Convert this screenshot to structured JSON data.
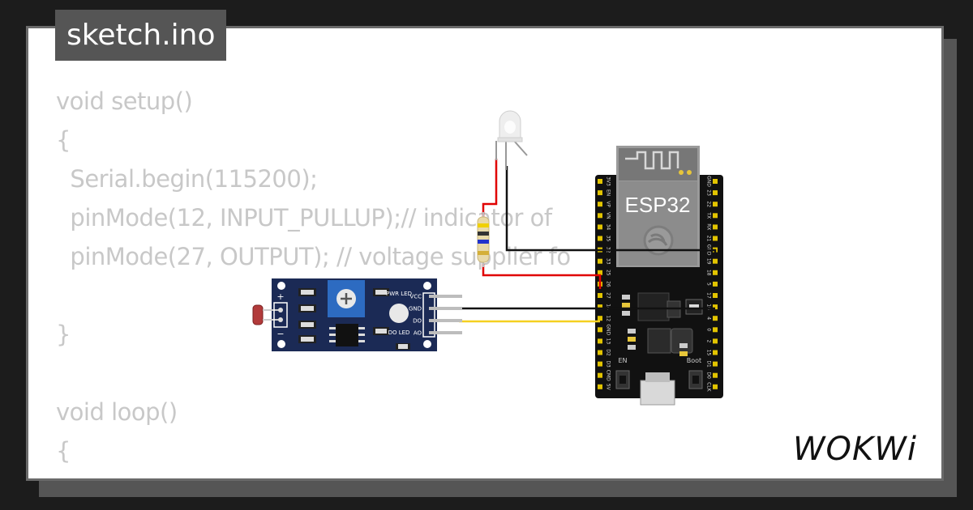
{
  "header": {
    "file_name": "sketch.ino"
  },
  "code_lines": [
    "void setup()",
    "{",
    "  Serial.begin(115200);",
    "  pinMode(12, INPUT_PULLUP);// indicator of",
    "  pinMode(27, OUTPUT); // voltage supplier fo",
    "",
    "}",
    "",
    "void loop()",
    "{"
  ],
  "board": {
    "name": "ESP32",
    "buttons": {
      "en": "EN",
      "boot": "Boot"
    },
    "left_pins": [
      "3V3",
      "EN",
      "VP",
      "VN",
      "34",
      "35",
      "32",
      "33",
      "25",
      "26",
      "27",
      "14",
      "12",
      "GND",
      "13",
      "D2",
      "D3",
      "CMD",
      "5V"
    ],
    "right_pins": [
      "GND",
      "23",
      "22",
      "TX",
      "RX",
      "21",
      "GND",
      "19",
      "18",
      "5",
      "17",
      "16",
      "4",
      "0",
      "2",
      "15",
      "D1",
      "D0",
      "CLK"
    ]
  },
  "sensor": {
    "pin_labels": [
      "VCC",
      "GND",
      "DO",
      "AO"
    ],
    "led_labels": {
      "power": "PWR LED",
      "digital_out": "DO LED"
    },
    "polarity": {
      "plus": "+",
      "minus": "−"
    }
  },
  "logo": {
    "text": "WOKWi"
  },
  "colors": {
    "wire_red": "#e00000",
    "wire_black": "#111111",
    "wire_yellow": "#f5d020",
    "board": "#111111",
    "sensor_pcb": "#1b2a55"
  }
}
